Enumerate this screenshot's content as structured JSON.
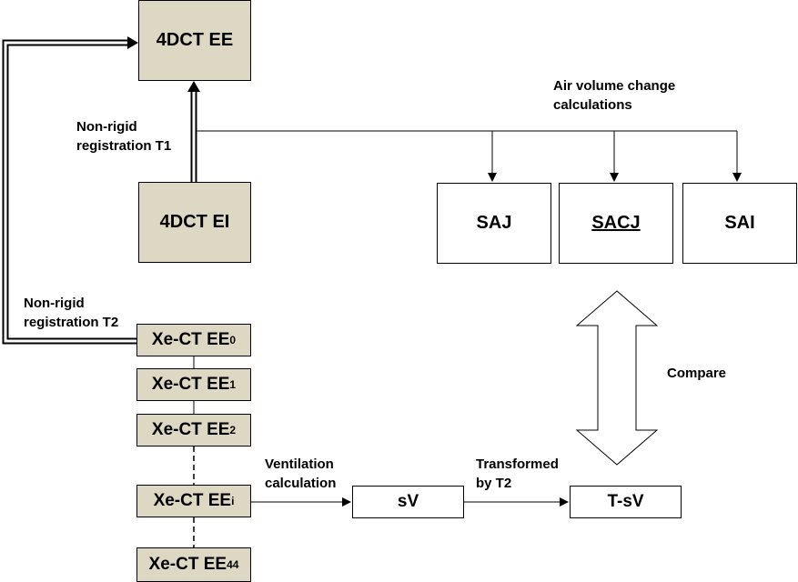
{
  "boxes": {
    "ee": "4DCT EE",
    "ei": "4DCT EI",
    "saj": "SAJ",
    "sacj": "SACJ",
    "sai": "SAI",
    "sv": "sV",
    "tsv": "T-sV",
    "xe_prefix": "Xe-CT EE",
    "xe_subs": [
      "0",
      "1",
      "2",
      "i",
      "44"
    ]
  },
  "labels": {
    "nonrigid_t1": [
      "Non-rigid",
      "registration T1"
    ],
    "nonrigid_t2": [
      "Non-rigid",
      "registration T2"
    ],
    "air_volume": [
      "Air volume change",
      "calculations"
    ],
    "compare": "Compare",
    "ventilation": [
      "Ventilation",
      "calculation"
    ],
    "transformed": [
      "Transformed",
      "by T2"
    ]
  },
  "colors": {
    "tan_fill": "#ddd8c4",
    "line": "#000000",
    "white": "#ffffff"
  }
}
